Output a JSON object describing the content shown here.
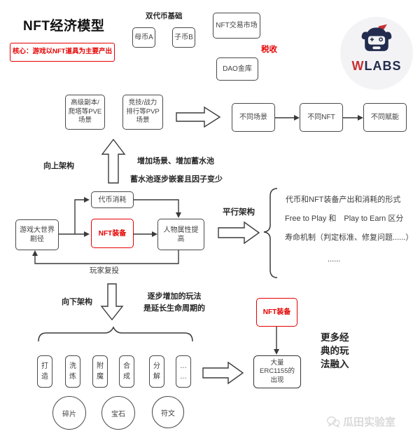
{
  "header": {
    "title": "NFT经济模型",
    "core_note": "核心：游戏以NFT道具为主要产出",
    "dual_token_label": "双代币基础",
    "coin_a": "母币A",
    "coin_b": "子币B",
    "nft_market": "NFT交易市场",
    "tax": "税收",
    "dao_treasury": "DAO金库"
  },
  "logo": {
    "brand_w": "W",
    "brand_rest": "LABS"
  },
  "up_flow": {
    "label": "向上架构",
    "pve_box": "高级副本/\n爬塔等PVE\n场景",
    "pvp_box": "竞技/战力\n排行等PVP\n场景",
    "scene_box": "不同场景",
    "nft_box": "不同NFT",
    "empower_box": "不同赋能",
    "note1": "增加场景、增加蓄水池",
    "note2": "蓄水池逐步嵌套且因子变少"
  },
  "core_loop": {
    "world_box": "游戏大世界\n剧径",
    "token_burn_box": "代币消耗",
    "nft_gear_box": "NFT装备",
    "attribute_box": "人物属性提\n高",
    "reinvest_label": "玩家复投"
  },
  "parallel": {
    "label": "平行架构",
    "items": [
      "代币和NFT装备产出和消耗的形式",
      "Free to Play 和　Play to Earn 区分",
      "寿命机制（判定标准、修复问题......）",
      "......"
    ]
  },
  "down_flow": {
    "label": "向下架构",
    "note": "逐步增加的玩法\n是延长生命周期的",
    "gameplay_boxes": [
      "打\n造",
      "洗\n炼",
      "附\n魔",
      "合\n成",
      "分\n解",
      "…\n…"
    ],
    "material_circles": [
      "碎片",
      "宝石",
      "符文"
    ],
    "nft_gear_box": "NFT装备",
    "erc_box": "大量\nERC1155的\n出现",
    "more_note": "更多经\n典的玩\n法融入"
  },
  "watermark": "瓜田实验室",
  "colors": {
    "accent_red": "#e60000",
    "line": "#3a3a3a",
    "navy": "#1d2444",
    "watermark_gray": "#d9d9d9"
  }
}
